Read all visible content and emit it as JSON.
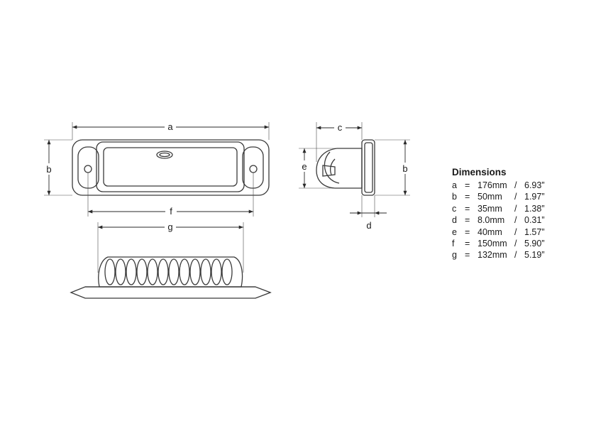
{
  "dimension_labels": {
    "a": "a",
    "b_front": "b",
    "b_side": "b",
    "c": "c",
    "d": "d",
    "e": "e",
    "f": "f",
    "g": "g"
  },
  "legend": {
    "title": "Dimensions",
    "rows": [
      {
        "key": "a",
        "eq": "=",
        "metric": "176mm",
        "sep": "/",
        "imperial": "6.93”"
      },
      {
        "key": "b",
        "eq": "=",
        "metric": "50mm",
        "sep": "/",
        "imperial": "1.97”"
      },
      {
        "key": "c",
        "eq": "=",
        "metric": "35mm",
        "sep": "/",
        "imperial": "1.38”"
      },
      {
        "key": "d",
        "eq": "=",
        "metric": "8.0mm",
        "sep": "/",
        "imperial": "0.31”"
      },
      {
        "key": "e",
        "eq": "=",
        "metric": "40mm",
        "sep": "/",
        "imperial": "1.57”"
      },
      {
        "key": "f",
        "eq": "=",
        "metric": "150mm",
        "sep": "/",
        "imperial": "5.90”"
      },
      {
        "key": "g",
        "eq": "=",
        "metric": "132mm",
        "sep": "/",
        "imperial": "5.19”"
      }
    ]
  }
}
